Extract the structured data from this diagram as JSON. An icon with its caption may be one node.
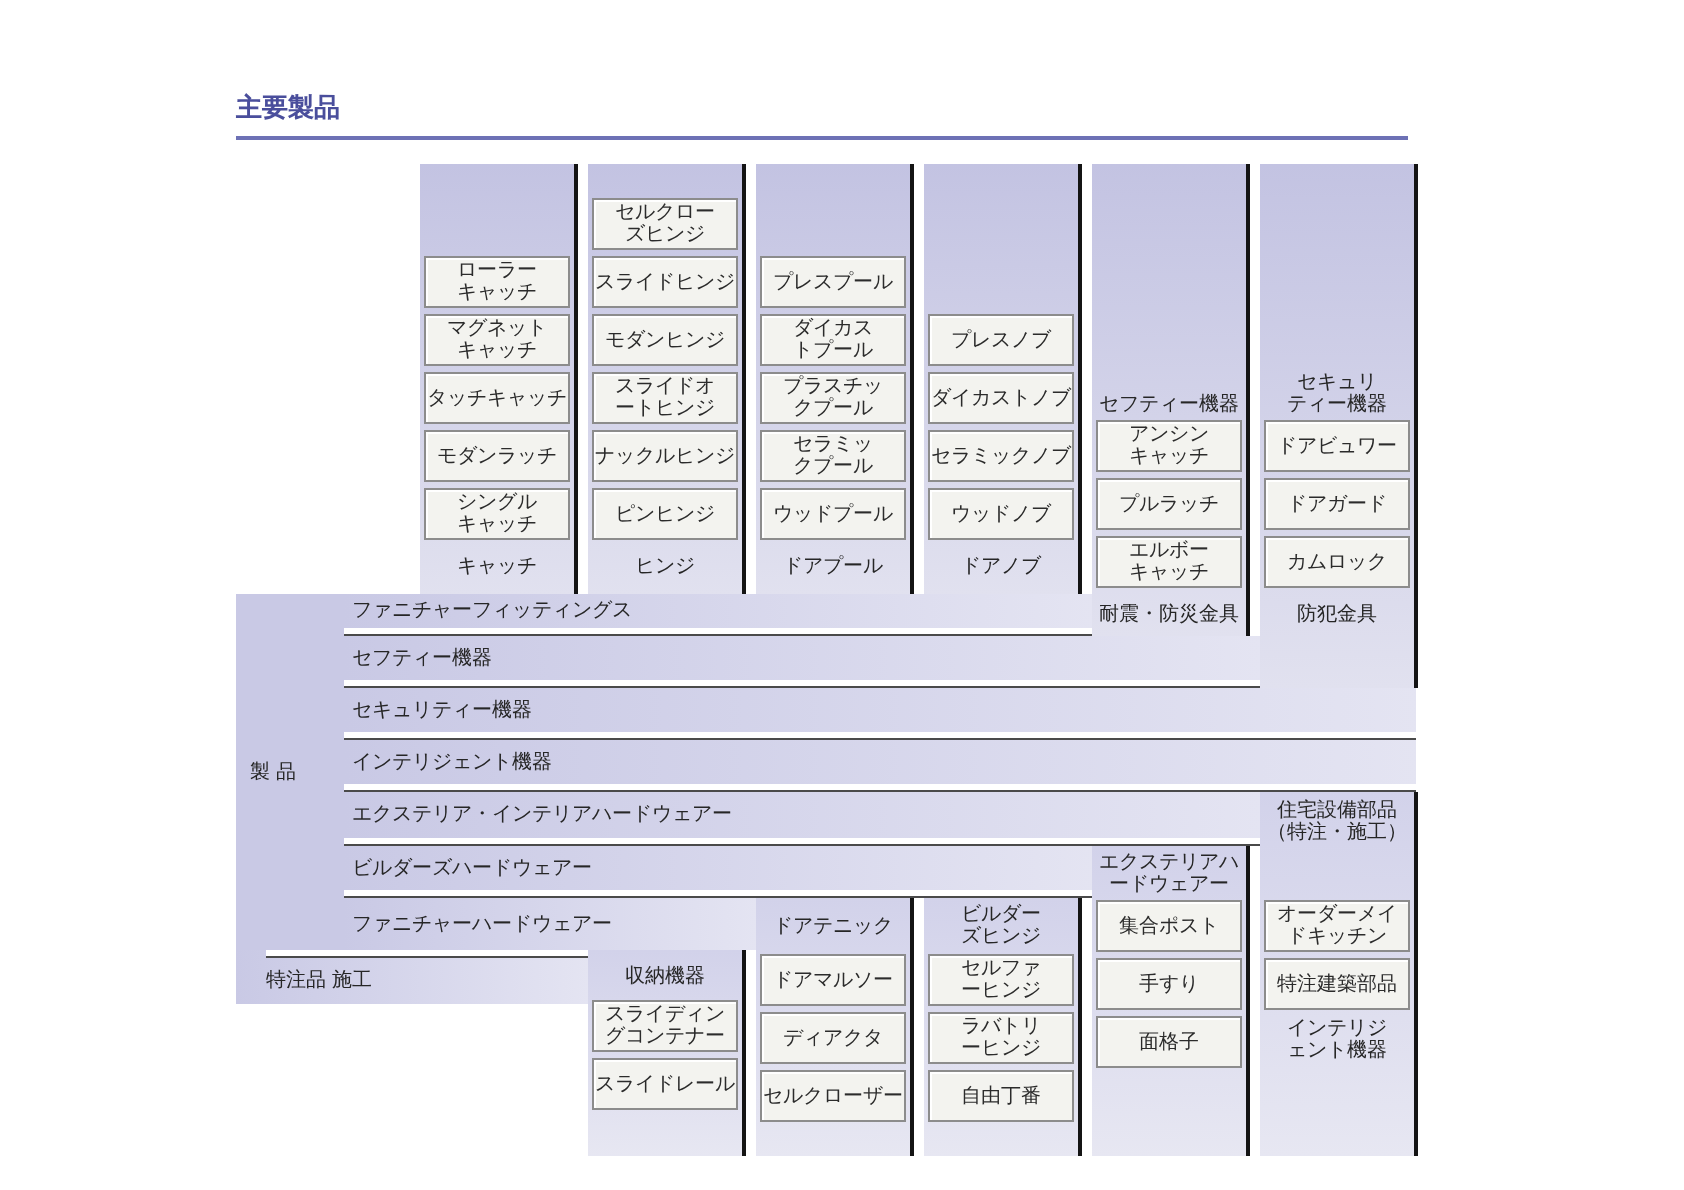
{
  "diagram": {
    "title": "主要製品",
    "nodes": [
      {
        "text": [
          "キャッチ"
        ]
      },
      {
        "text": [
          "ローラーキャッチ"
        ],
        "in": 0
      },
      {
        "text": [
          "マグネットキャッチ"
        ],
        "in": 0
      },
      {
        "text": [
          "タッチキャッチ"
        ],
        "in": 0
      },
      {
        "text": [
          "モダンラッチ"
        ],
        "in": 0
      },
      {
        "text": [
          "シングルキャッチ"
        ],
        "in": 0
      },
      {
        "text": [
          "ヒンジ"
        ]
      },
      {
        "text": [
          "セルクローズヒンジ"
        ],
        "in": 6
      },
      {
        "text": [
          "スライドヒンジ"
        ],
        "in": 6
      },
      {
        "text": [
          "モダンヒンジ"
        ],
        "in": 6
      },
      {
        "text": [
          "スライドオートヒンジ"
        ],
        "in": 6
      },
      {
        "text": [
          "ナックルヒンジ"
        ],
        "in": 6
      },
      {
        "text": [
          "ピンヒンジ"
        ],
        "in": 6
      },
      {
        "text": [
          "ドアプール"
        ]
      },
      {
        "text": [
          "プレスプール"
        ],
        "in": 13
      },
      {
        "text": [
          "ダイカストプール"
        ],
        "in": 13
      },
      {
        "text": [
          "プラスチックプール"
        ],
        "in": 13
      },
      {
        "text": [
          "セラミックプール"
        ],
        "in": 13
      },
      {
        "text": [
          "ウッドプール"
        ],
        "in": 13
      },
      {
        "text": [
          "ドアノブ"
        ]
      },
      {
        "text": [
          "プレスノブ"
        ],
        "in": 19
      },
      {
        "text": [
          "ダイカストノブ"
        ],
        "in": 19
      },
      {
        "text": [
          "セラミックノブ"
        ],
        "in": 19
      },
      {
        "text": [
          "ウッドノブ"
        ],
        "in": 19
      },
      {
        "text": [
          "セフティー機器",
          "耐震・防災金具"
        ]
      },
      {
        "text": [
          "アンシンキャッチ"
        ],
        "in": 24
      },
      {
        "text": [
          "プルラッチ"
        ],
        "in": 24
      },
      {
        "text": [
          "エルボーキャッチ"
        ],
        "in": 24
      },
      {
        "text": [
          "セキュリティー機器",
          "防犯金具"
        ]
      },
      {
        "text": [
          "ドアビュワー"
        ],
        "in": 28
      },
      {
        "text": [
          "ドアガード"
        ],
        "in": 28
      },
      {
        "text": [
          "カムロック"
        ],
        "in": 28
      },
      {
        "text": [
          "製 品"
        ]
      },
      {
        "text": [
          "ファニチャーフィッティングス"
        ]
      },
      {
        "text": [
          "セフティー機器"
        ]
      },
      {
        "text": [
          "セキュリティー機器"
        ]
      },
      {
        "text": [
          "インテリジェント機器"
        ]
      },
      {
        "text": [
          "エクステリア・インテリアハードウェアー"
        ]
      },
      {
        "text": [
          "ビルダーズハードウェアー"
        ]
      },
      {
        "text": [
          "ファニチャーハードウェアー"
        ]
      },
      {
        "text": [
          "特注品 施工"
        ]
      },
      {
        "text": [
          "収納機器"
        ]
      },
      {
        "text": [
          "スライディングコンテナー"
        ],
        "in": 41
      },
      {
        "text": [
          "スライドレール"
        ],
        "in": 41
      },
      {
        "text": [
          "ドアテニック"
        ]
      },
      {
        "text": [
          "ドアマルソー"
        ],
        "in": 44
      },
      {
        "text": [
          "ディアクタ"
        ],
        "in": 44
      },
      {
        "text": [
          "セルクローザー"
        ],
        "in": 44
      },
      {
        "text": [
          "ビルダーズヒンジ"
        ]
      },
      {
        "text": [
          "セルファーヒンジ"
        ],
        "in": 48
      },
      {
        "text": [
          "ラバトリーヒンジ"
        ],
        "in": 48
      },
      {
        "text": [
          "自由丁番"
        ],
        "in": 48
      },
      {
        "text": [
          "エクステリアハードウェアー"
        ]
      },
      {
        "text": [
          "集合ポスト"
        ],
        "in": 52
      },
      {
        "text": [
          "手すり"
        ],
        "in": 52
      },
      {
        "text": [
          "面格子"
        ],
        "in": 52
      },
      {
        "text": [
          "住宅設備部品（特注・施工）",
          "インテリジェント機器"
        ]
      },
      {
        "text": [
          "オーダーメイドキッチン"
        ],
        "in": 56
      },
      {
        "text": [
          "特注建築部品"
        ],
        "in": 56
      }
    ]
  }
}
